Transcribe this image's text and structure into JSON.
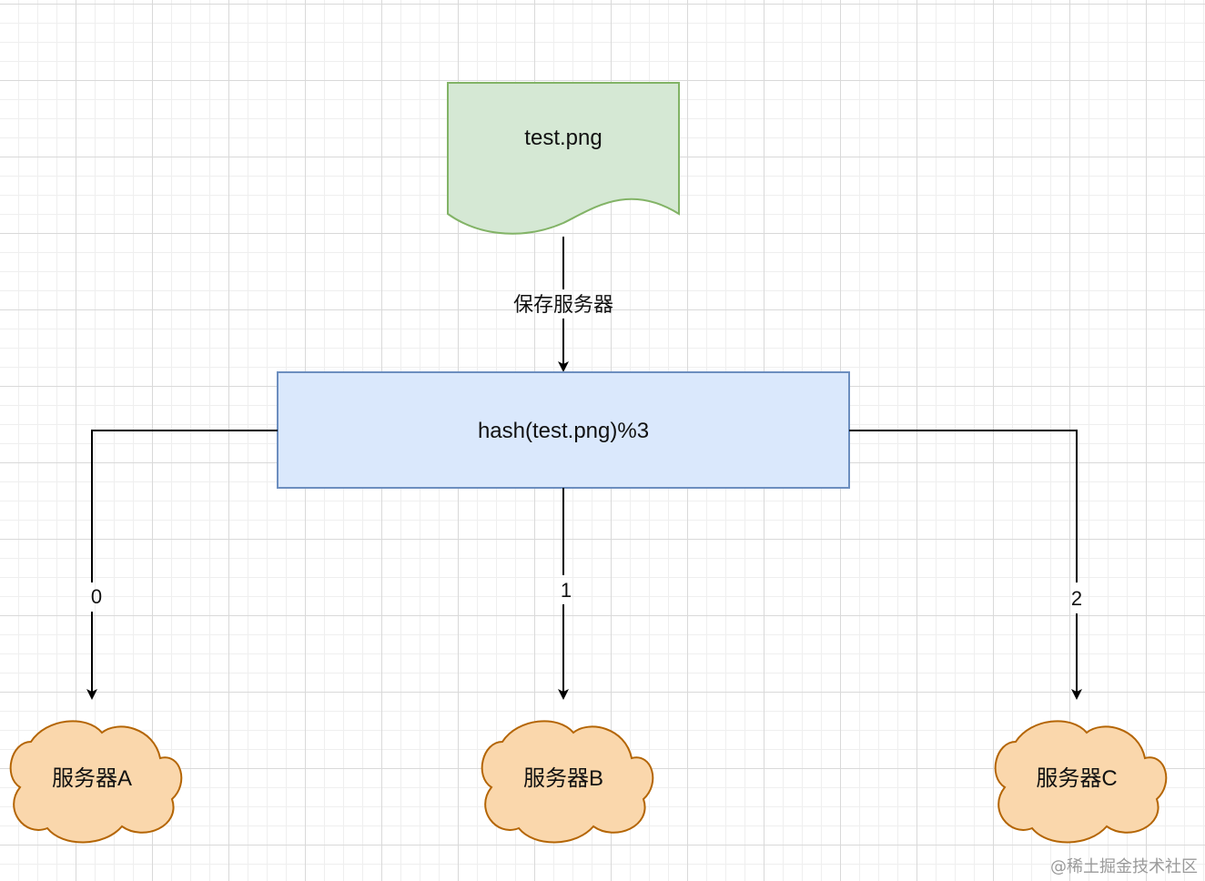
{
  "diagram": {
    "file_node": {
      "label": "test.png"
    },
    "hash_node": {
      "label": "hash(test.png)%3"
    },
    "edge_save": {
      "label": "保存服务器"
    },
    "edges": [
      {
        "label": "0"
      },
      {
        "label": "1"
      },
      {
        "label": "2"
      }
    ],
    "servers": [
      {
        "label": "服务器A"
      },
      {
        "label": "服务器B"
      },
      {
        "label": "服务器C"
      }
    ]
  },
  "colors": {
    "file_fill": "#d5e8d4",
    "file_stroke": "#82b366",
    "hash_fill": "#dae8fc",
    "hash_stroke": "#6c8ebf",
    "cloud_fill": "#fad7ac",
    "cloud_stroke": "#b46504"
  },
  "watermark": "@稀土掘金技术社区"
}
